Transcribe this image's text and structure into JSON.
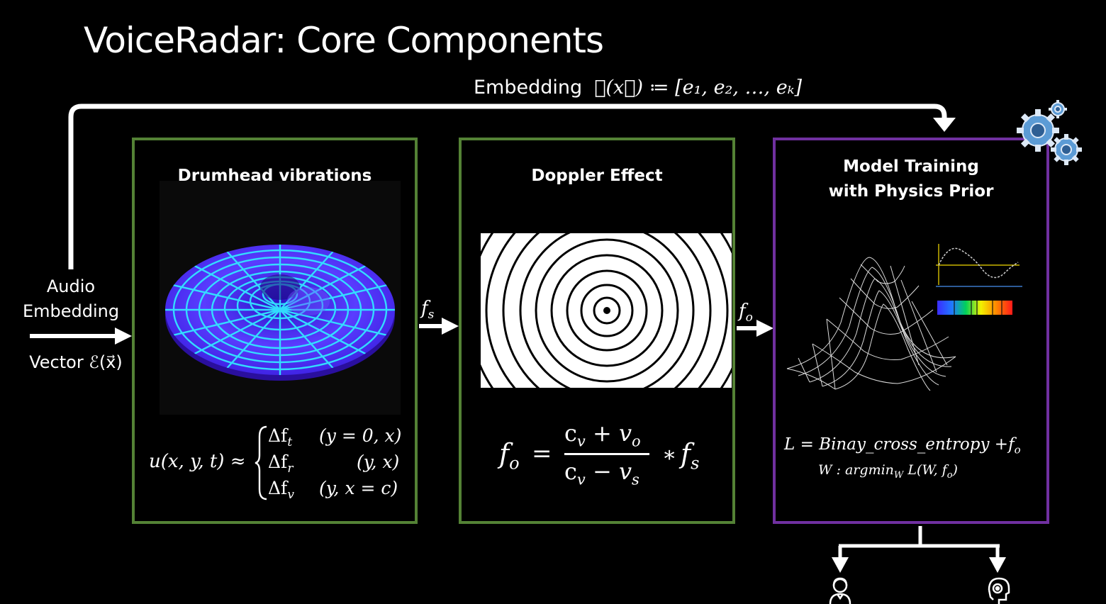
{
  "slide": {
    "title": "VoiceRadar: Core Components"
  },
  "top_arrow": {
    "label": "Embedding",
    "formula": "ℰ(x⃗) ≔ [e₁, e₂, …, eₖ]"
  },
  "input": {
    "line1": "Audio",
    "line2": "Embedding",
    "line3": "Vector ℰ(x⃗)"
  },
  "box1": {
    "title": "Drumhead vibrations",
    "lhs": "u(x, y, t) ≈",
    "cases": [
      {
        "term": "Δf",
        "sub": "t",
        "cond": "(y = 0, x)"
      },
      {
        "term": "Δf",
        "sub": "r",
        "cond": "(y, x)"
      },
      {
        "term": "Δf",
        "sub": "v",
        "cond": "(y, x = c)"
      }
    ]
  },
  "arrow_fs": {
    "label": "f",
    "sub": "s"
  },
  "box2": {
    "title": "Doppler Effect",
    "lhs": "f",
    "lhs_sub": "o",
    "eq": "=",
    "num_a": "c",
    "num_a_sub": "v",
    "num_op": "+",
    "num_b": "v",
    "num_b_sub": "o",
    "den_a": "c",
    "den_a_sub": "v",
    "den_op": "−",
    "den_b": "v",
    "den_b_sub": "s",
    "times": "∗",
    "rhs": "f",
    "rhs_sub": "s"
  },
  "arrow_fo": {
    "label": "f",
    "sub": "o"
  },
  "box3": {
    "title": "Model Training\nwith Physics Prior",
    "loss_lhs": "L = Binay_cross_entropy +",
    "loss_f": "f",
    "loss_f_sub": "o",
    "w_prefix": "W :  argmin",
    "w_sub": "W",
    "w_suffix": " L(W, f",
    "w_suffix_sub": "o",
    "w_close": ")"
  },
  "colors": {
    "box_green": "#548235",
    "box_purple": "#7030a0",
    "drum_fill": "#4b2cff",
    "drum_grid": "#33e6ff",
    "gear": "#5b9bd5"
  }
}
